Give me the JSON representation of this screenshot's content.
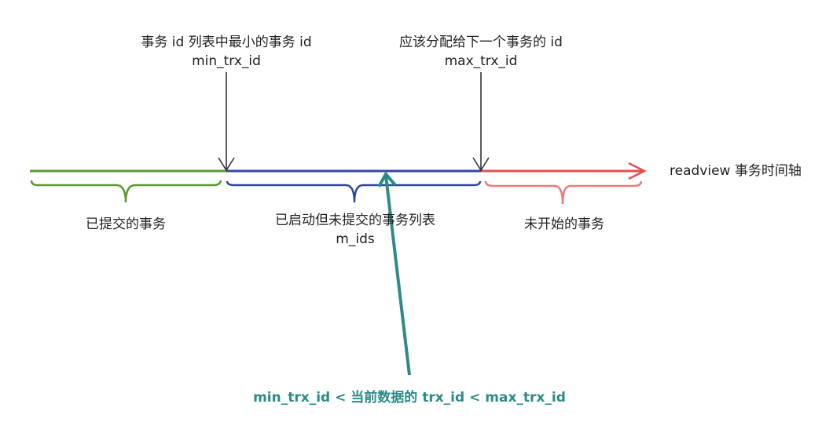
{
  "labels": {
    "min_desc": "事务 id 列表中最小的事务 id",
    "min_name": "min_trx_id",
    "max_desc": "应该分配给下一个事务的 id",
    "max_name": "max_trx_id",
    "axis": "readview 事务时间轴",
    "committed": "已提交的事务",
    "active": "已启动但未提交的事务列表",
    "active_name": "m_ids",
    "not_started": "未开始的事务",
    "condition": "min_trx_id < 当前数据的 trx_id < max_trx_id"
  },
  "colors": {
    "committed": "#5a9a32",
    "active": "#2f47a0",
    "not_started": "#e2504a",
    "not_started_brace": "#ea7a7a",
    "pointer": "#2e8b87",
    "marker": "#333333"
  }
}
